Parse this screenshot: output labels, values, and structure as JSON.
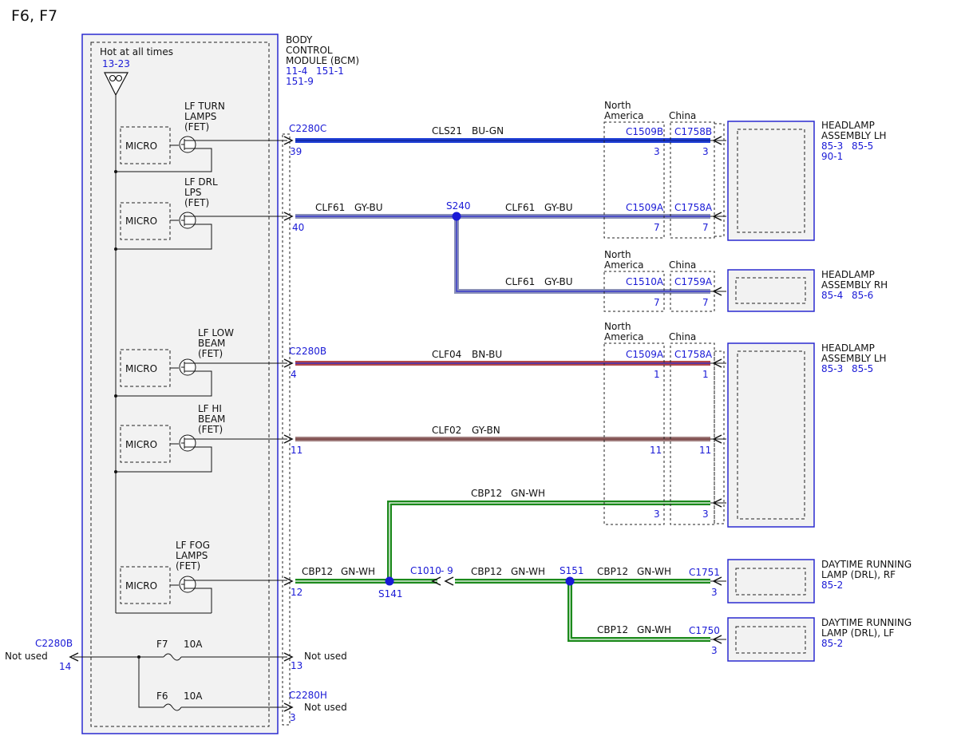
{
  "page_title": "F6, F7",
  "colors": {
    "wire_blue": "#1f3fd6",
    "wire_gray_blue": "#8a90b8",
    "wire_brown_blue": "#b24848",
    "wire_gray_brown": "#a07c7c",
    "wire_green": "#1c8a1c",
    "ref_text": "#1a1ad6",
    "box_border": "#2a2ad0",
    "box_fill": "#f2f2f2"
  },
  "bcm": {
    "name_lines": [
      "BODY",
      "CONTROL",
      "MODULE (BCM)"
    ],
    "refs_line1": [
      "11-4",
      "151-1"
    ],
    "refs_line2": "151-9",
    "power_label": "Hot at all times",
    "power_ref": "13-23",
    "micro_label": "MICRO",
    "circuits": [
      {
        "lines": [
          "LF TURN",
          "LAMPS",
          "(FET)"
        ]
      },
      {
        "lines": [
          "LF DRL",
          "LPS",
          "(FET)"
        ]
      },
      {
        "lines": [
          "LF LOW",
          "BEAM",
          "(FET)"
        ]
      },
      {
        "lines": [
          "LF HI",
          "BEAM",
          "(FET)"
        ]
      },
      {
        "lines": [
          "LF FOG",
          "LAMPS",
          "(FET)"
        ]
      }
    ],
    "fuses": [
      {
        "name": "F7",
        "rating": "10A"
      },
      {
        "name": "F6",
        "rating": "10A"
      }
    ]
  },
  "connectors": {
    "c2280c": "C2280C",
    "c2280b": "C2280B",
    "c2280h": "C2280H",
    "c1509b": "C1509B",
    "c1758b": "C1758B",
    "c1509a": "C1509A",
    "c1758a": "C1758A",
    "c1510a": "C1510A",
    "c1759a": "C1759A",
    "c1010": "C1010",
    "c1751": "C1751",
    "c1750": "C1750",
    "c2280b_left": "C2280B"
  },
  "pins": {
    "p39": "39",
    "p40": "40",
    "p4": "4",
    "p11": "11",
    "p12": "12",
    "p13": "13",
    "p3": "3",
    "p14": "14",
    "p7": "7",
    "p1": "1",
    "p9": "- 9"
  },
  "splices": {
    "s240": "S240",
    "s141": "S141",
    "s151": "S151"
  },
  "regions": {
    "north_america": [
      "North",
      "America"
    ],
    "china": "China"
  },
  "wires": {
    "cls21": {
      "circuit": "CLS21",
      "color": "BU-GN"
    },
    "clf61": {
      "circuit": "CLF61",
      "color": "GY-BU"
    },
    "clf04": {
      "circuit": "CLF04",
      "color": "BN-BU"
    },
    "clf02": {
      "circuit": "CLF02",
      "color": "GY-BN"
    },
    "cbp12": {
      "circuit": "CBP12",
      "color": "GN-WH"
    }
  },
  "not_used": "Not used",
  "components": {
    "headlamp_lh_top": {
      "lines": [
        "HEADLAMP",
        "ASSEMBLY LH"
      ],
      "refs1": [
        "85-3",
        "85-5"
      ],
      "refs2": "90-1"
    },
    "headlamp_rh": {
      "lines": [
        "HEADLAMP",
        "ASSEMBLY RH"
      ],
      "refs1": [
        "85-4",
        "85-6"
      ]
    },
    "headlamp_lh_bottom": {
      "lines": [
        "HEADLAMP",
        "ASSEMBLY LH"
      ],
      "refs1": [
        "85-3",
        "85-5"
      ]
    },
    "drl_rf": {
      "lines": [
        "DAYTIME RUNNING",
        "LAMP (DRL), RF"
      ],
      "ref": "85-2"
    },
    "drl_lf": {
      "lines": [
        "DAYTIME RUNNING",
        "LAMP (DRL), LF"
      ],
      "ref": "85-2"
    }
  }
}
